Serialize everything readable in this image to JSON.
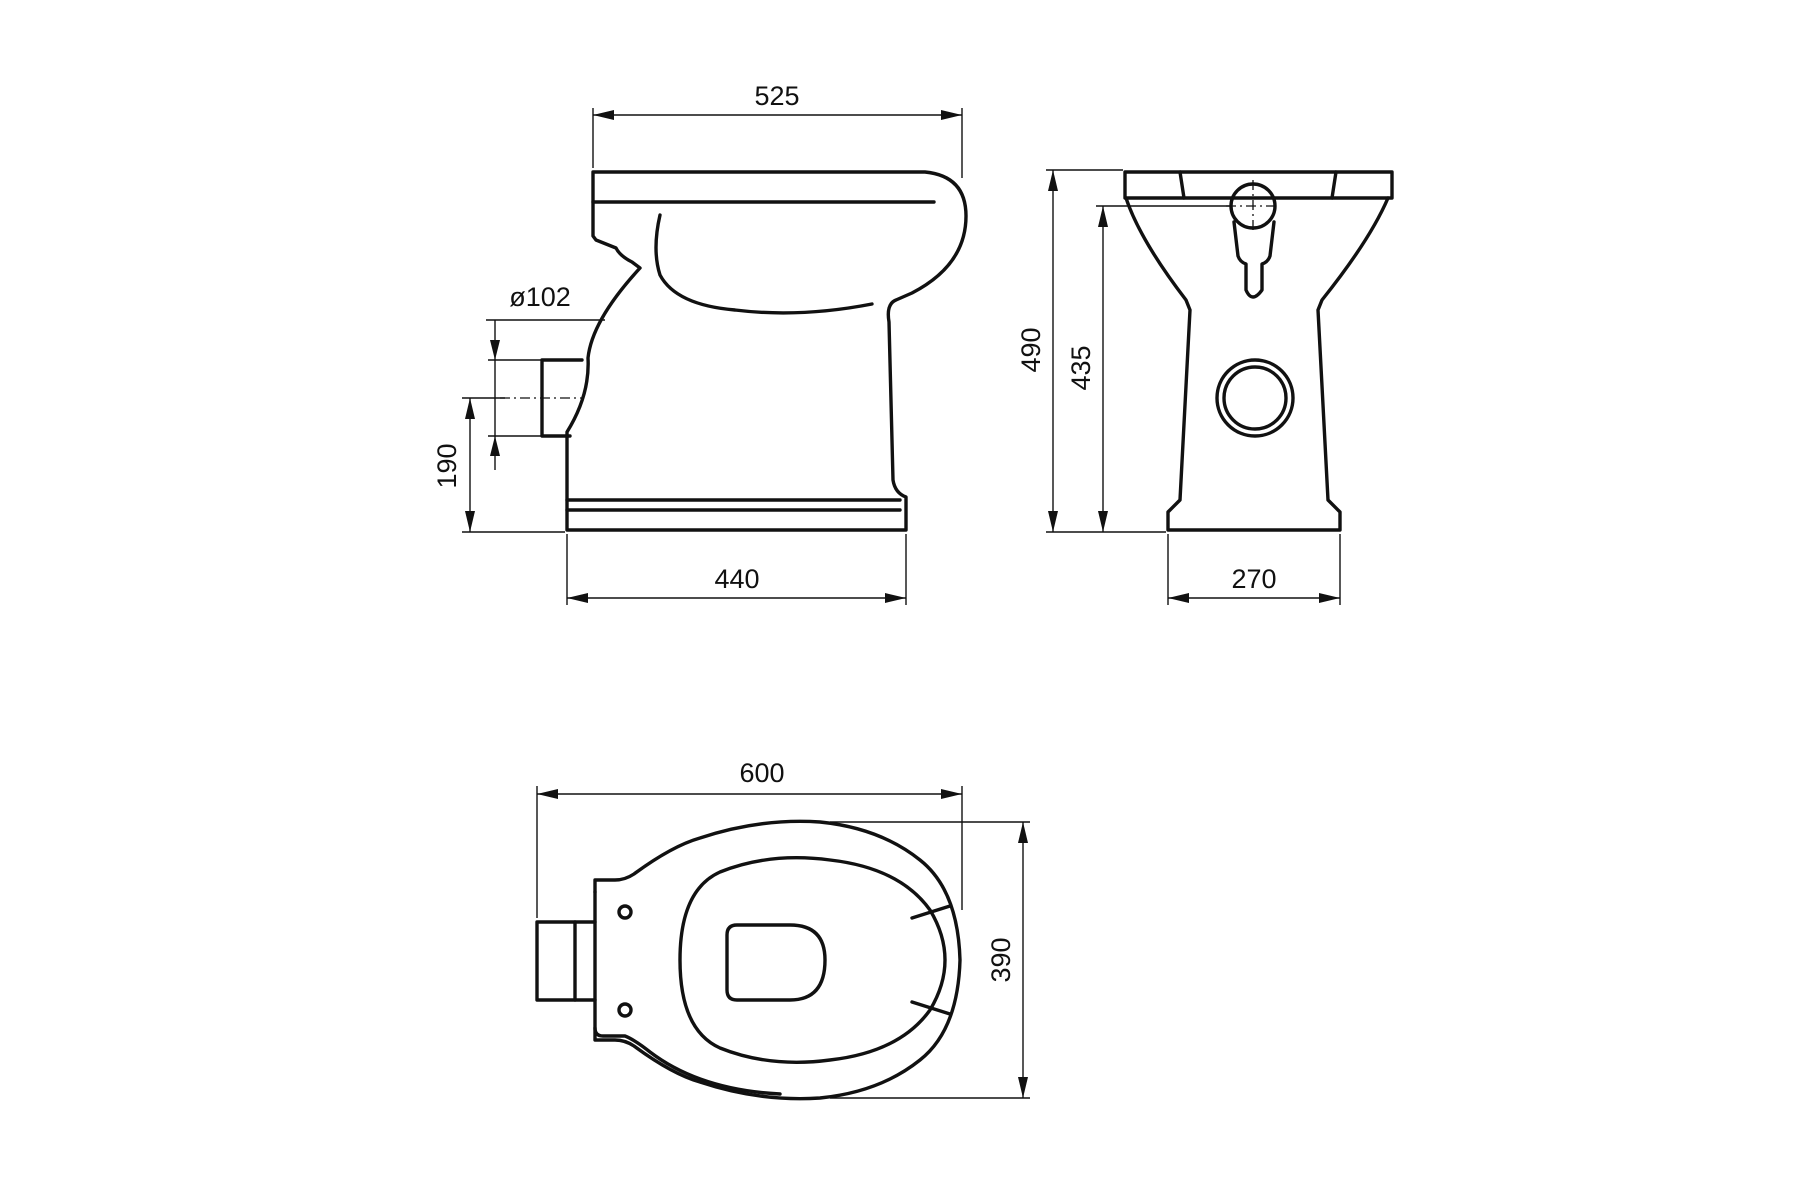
{
  "colors": {
    "line": "#111111",
    "background": "#ffffff"
  },
  "dimensions": {
    "top_width": "525",
    "outlet_diameter": "ø102",
    "outlet_height": "190",
    "base_depth": "440",
    "overall_height": "490",
    "rim_height": "435",
    "base_width": "270",
    "plan_length": "600",
    "plan_width": "390"
  }
}
